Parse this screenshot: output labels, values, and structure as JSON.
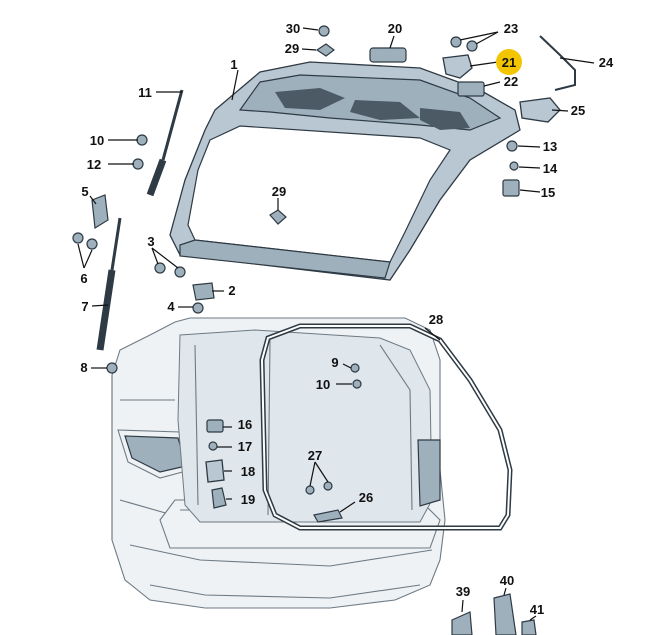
{
  "callouts": [
    {
      "id": "c1",
      "text": "1"
    },
    {
      "id": "c2",
      "text": "2"
    },
    {
      "id": "c3",
      "text": "3"
    },
    {
      "id": "c4",
      "text": "4"
    },
    {
      "id": "c5",
      "text": "5"
    },
    {
      "id": "c6",
      "text": "6"
    },
    {
      "id": "c7",
      "text": "7"
    },
    {
      "id": "c8",
      "text": "8"
    },
    {
      "id": "c9",
      "text": "9"
    },
    {
      "id": "c10a",
      "text": "10"
    },
    {
      "id": "c10b",
      "text": "10"
    },
    {
      "id": "c11",
      "text": "11"
    },
    {
      "id": "c12",
      "text": "12"
    },
    {
      "id": "c13",
      "text": "13"
    },
    {
      "id": "c14",
      "text": "14"
    },
    {
      "id": "c15",
      "text": "15"
    },
    {
      "id": "c16",
      "text": "16"
    },
    {
      "id": "c17",
      "text": "17"
    },
    {
      "id": "c18",
      "text": "18"
    },
    {
      "id": "c19",
      "text": "19"
    },
    {
      "id": "c20",
      "text": "20"
    },
    {
      "id": "c21",
      "text": "21"
    },
    {
      "id": "c22",
      "text": "22"
    },
    {
      "id": "c23",
      "text": "23"
    },
    {
      "id": "c24",
      "text": "24"
    },
    {
      "id": "c25",
      "text": "25"
    },
    {
      "id": "c26",
      "text": "26"
    },
    {
      "id": "c27",
      "text": "27"
    },
    {
      "id": "c28",
      "text": "28"
    },
    {
      "id": "c29a",
      "text": "29"
    },
    {
      "id": "c29b",
      "text": "29"
    },
    {
      "id": "c30",
      "text": "30"
    },
    {
      "id": "c39",
      "text": "39"
    },
    {
      "id": "c40",
      "text": "40"
    },
    {
      "id": "c41",
      "text": "41"
    }
  ],
  "highlight": {
    "callout": "21",
    "color": "#f2c500"
  },
  "colors": {
    "part_fill": "#b9c7d2",
    "outline": "#2e3a44",
    "car_line": "#6e7a84"
  }
}
